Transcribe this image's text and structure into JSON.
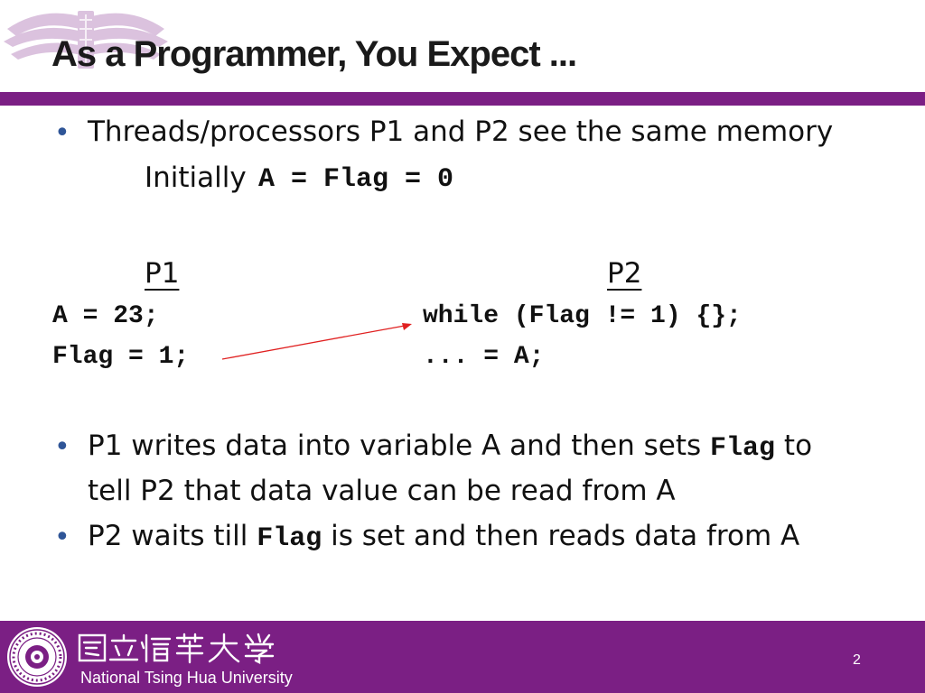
{
  "slide": {
    "title": "As a Programmer, You Expect ...",
    "bullet_1": "Threads/processors P1 and P2 see the same memory",
    "initially_label": "Initially",
    "initially_code": "A = Flag = 0",
    "p1_header": "P1",
    "p2_header": "P2",
    "p1_code": [
      "A = 23;",
      "Flag = 1;"
    ],
    "p2_code": [
      "while (Flag != 1) {};",
      "... = A;"
    ],
    "bullet_2": {
      "before": "P1 writes data into variable A and then sets",
      "code": "Flag",
      "after": "to",
      "line2": "tell P2 that data value can be read from A"
    },
    "bullet_3": {
      "before": "P2 waits till",
      "code": "Flag",
      "after": "is set and then reads data from A"
    }
  },
  "footer": {
    "university": "National Tsing Hua University",
    "page_number": "2"
  },
  "colors": {
    "accent_purple": "#7b1f84",
    "bullet_blue": "#2f5597",
    "arrow_red": "#e02020"
  },
  "icons": [
    "university-logo-icon",
    "university-seal-icon",
    "chinese-name-calligraphy-icon"
  ]
}
